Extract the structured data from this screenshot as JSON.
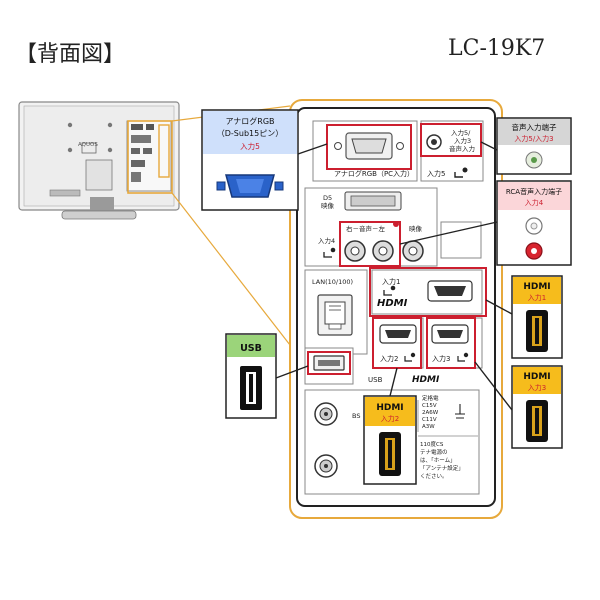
{
  "header": {
    "title": "【背面図】",
    "model": "LC-19K7"
  },
  "tv": {
    "brand": "AQUOS"
  },
  "callouts": {
    "analog_rgb": {
      "title": "アナログRGB",
      "subtitle": "（D-Sub15ピン）",
      "input": "入力5"
    },
    "audio_in": {
      "title": "音声入力端子",
      "input": "入力5/入力3"
    },
    "rca_audio": {
      "title": "RCA音声入力端子",
      "input": "入力4"
    },
    "hdmi1": {
      "title": "HDMI",
      "input": "入力1"
    },
    "hdmi2": {
      "title": "HDMI",
      "input": "入力2"
    },
    "hdmi3": {
      "title": "HDMI",
      "input": "入力3"
    },
    "usb": {
      "title": "USB"
    }
  },
  "panel": {
    "analog_port_label": "アナログRGB（PC入力）",
    "audio_label_1": "入力5/",
    "audio_label_2": "入力3",
    "audio_label_3": "音声入力",
    "input5_label": "入力5",
    "d5_label_1": "D5",
    "d5_label_2": "映像",
    "rca_lr_label": "右－音声－左",
    "video_label": "映像",
    "input4_label": "入力4",
    "lan_label": "LAN(10/100)",
    "hdmi_input1": "入力1",
    "hdmi_logo": "HDMI",
    "hdmi_input2": "入力2",
    "hdmi_input3": "入力3",
    "usb_label": "USB",
    "bs_label": "BS",
    "spec_lines": [
      "定格電",
      "C15V",
      "2A6W",
      "C11V",
      "A3W"
    ],
    "note_lines": [
      "110度CS",
      "テナ電源の",
      "は、「ホーム」",
      "「アンテナ設定」",
      "ください。"
    ]
  }
}
